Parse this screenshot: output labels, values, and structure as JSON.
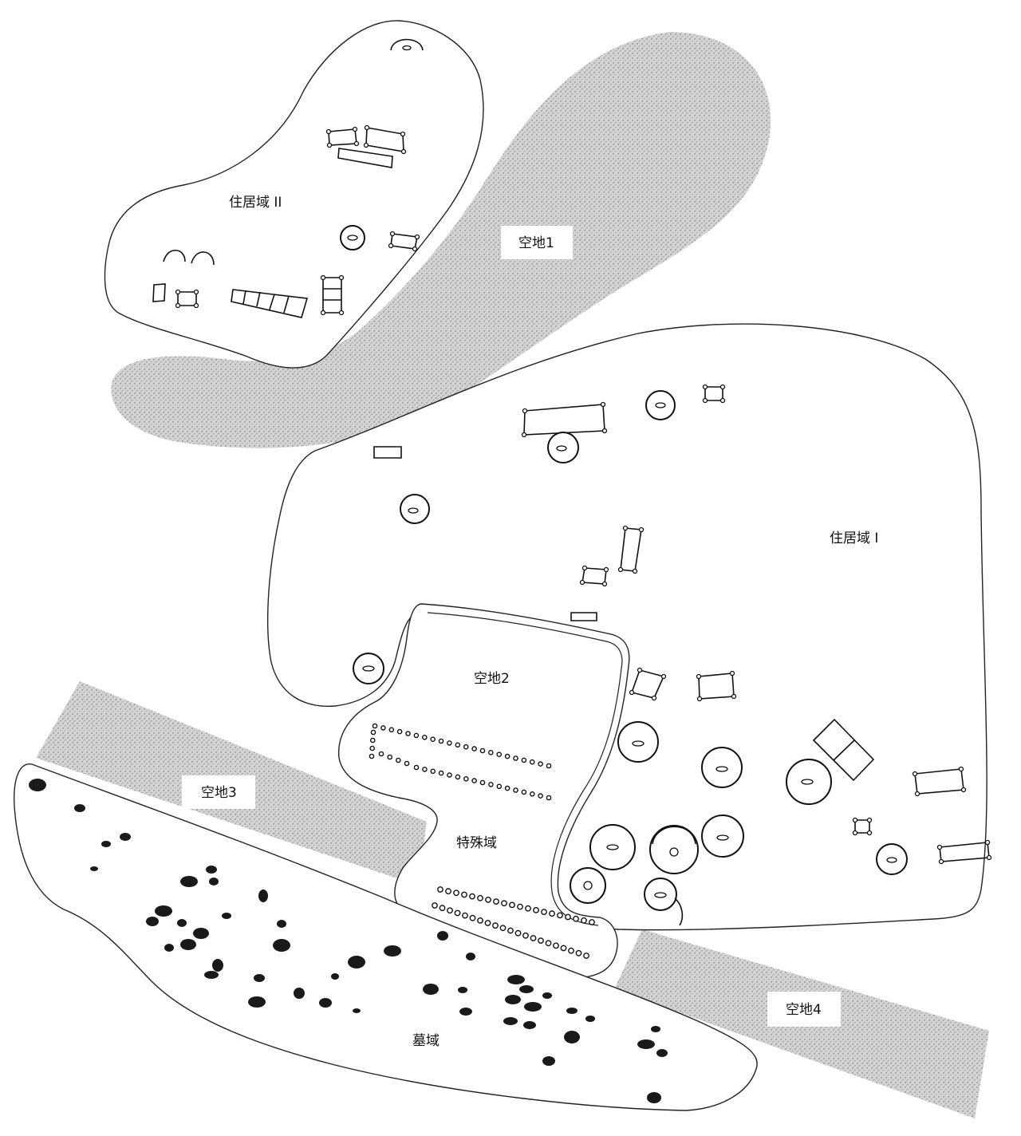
{
  "labels": {
    "residential_2": "住居域 II",
    "residential_1": "住居域 I",
    "open_1": "空地1",
    "open_2": "空地2",
    "open_3": "空地3",
    "open_4": "空地4",
    "special": "特殊域",
    "cemetery": "墓域"
  },
  "colors": {
    "outline": "#222222",
    "stipple": "#9a9a9a",
    "grave": "#1a1a1a",
    "background": "#ffffff"
  }
}
